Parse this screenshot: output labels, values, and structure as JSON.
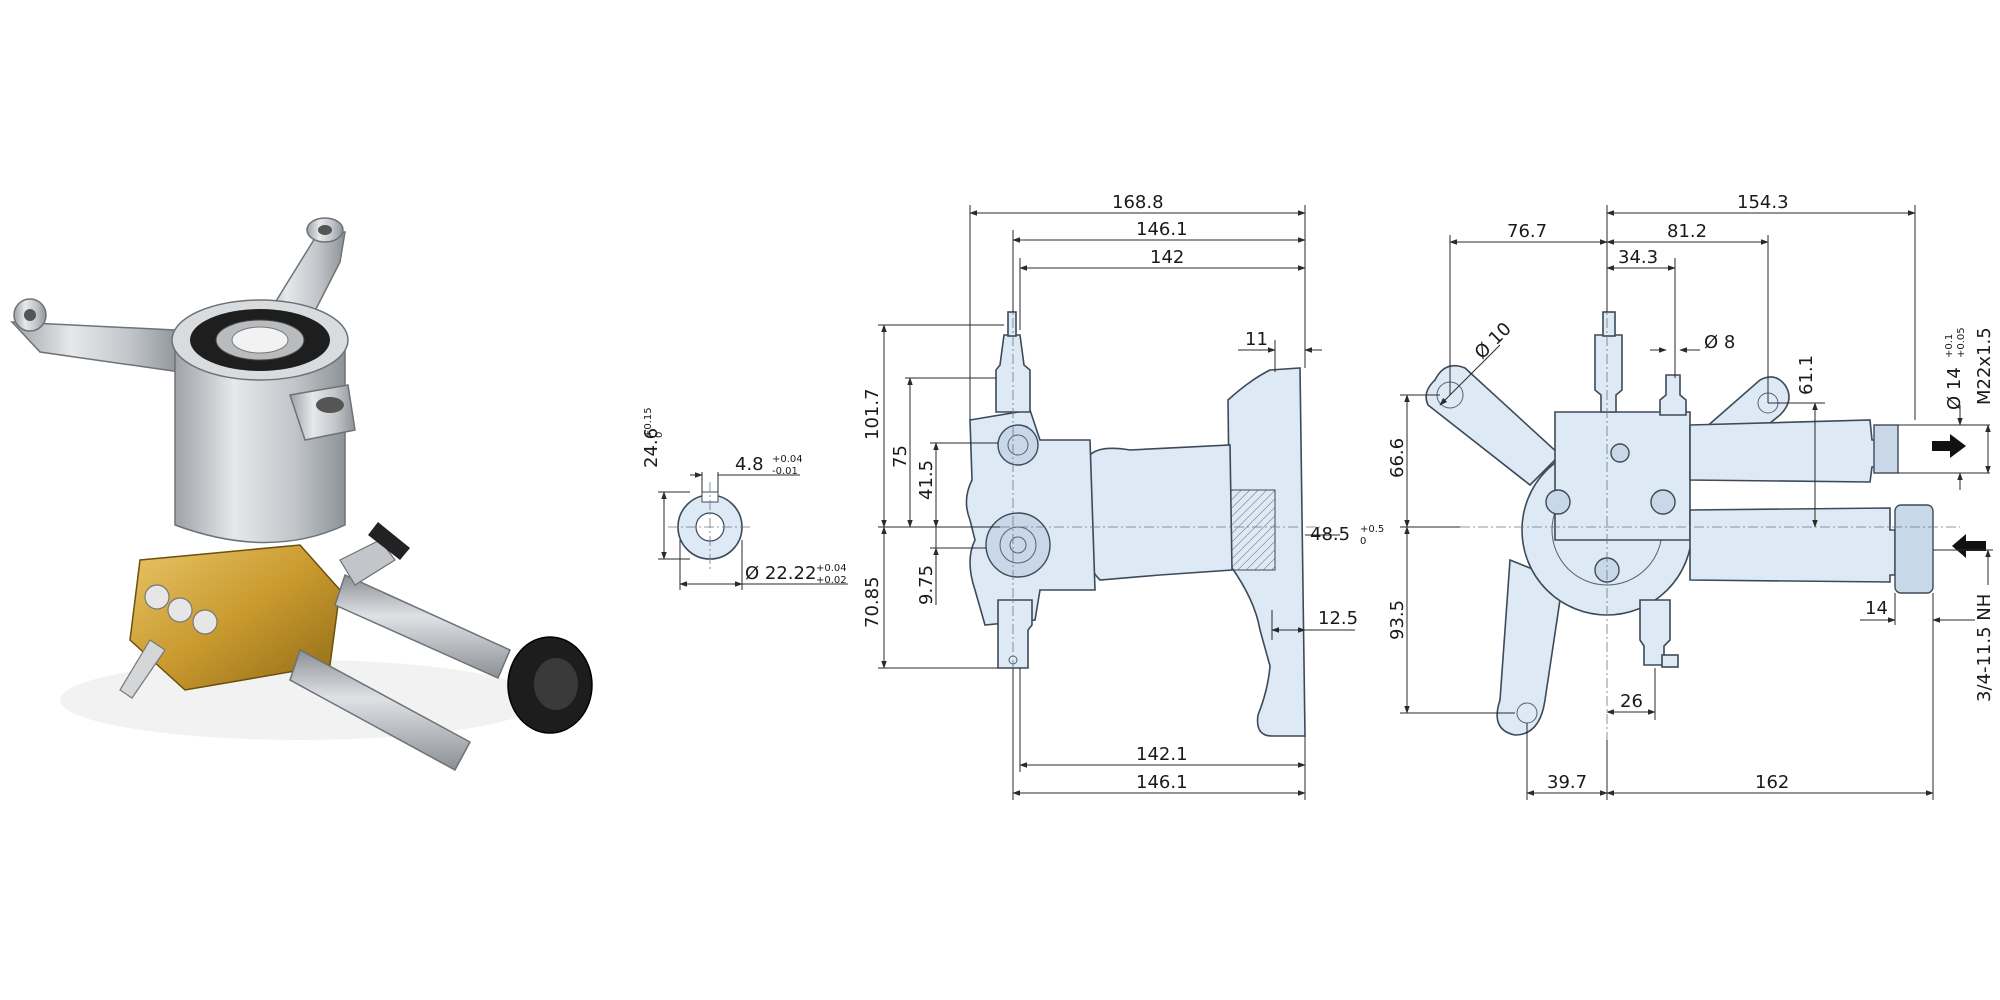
{
  "shaft_section": {
    "height_dim": "24.6",
    "height_tol_upper": "+0.15",
    "height_tol_lower": "0",
    "key_dim": "4.8",
    "key_tol_upper": "+0.04",
    "key_tol_lower": "-0.01",
    "diameter_dim": "Ø 22.22",
    "diameter_tol_upper": "+0.04",
    "diameter_tol_lower": "+0.02"
  },
  "side_view": {
    "top_168": "168.8",
    "top_146": "146.1",
    "top_142": "142",
    "flange_11": "11",
    "left_101": "101.7",
    "left_75": "75",
    "left_41": "41.5",
    "left_975": "9.75",
    "left_7085": "70.85",
    "shaft_485": "48.5",
    "shaft_tol_upper": "+0.5",
    "shaft_tol_lower": "0",
    "flange_125": "12.5",
    "bottom_1421": "142.1",
    "bottom_1461": "146.1"
  },
  "front_view": {
    "top_1543": "154.3",
    "top_767": "76.7",
    "top_812": "81.2",
    "top_343": "34.3",
    "hole_10": "Ø 10",
    "hole_8": "Ø 8",
    "inlet_14": "Ø 14",
    "inlet_tol_upper": "+0.1",
    "inlet_tol_lower": "+0.05",
    "thread_m22": "M22x1.5",
    "dim_611": "61.1",
    "left_666": "66.6",
    "left_935": "93.5",
    "dim_14": "14",
    "thread_nh": "3/4-11.5 NH",
    "dim_26": "26",
    "bottom_397": "39.7",
    "bottom_162": "162"
  },
  "colors": {
    "part_fill": "#dde9f4",
    "outline": "#3d4a58",
    "brass": "#c9a03c",
    "aluminum": "#c8ccd0",
    "knob": "#1d1d1d"
  }
}
